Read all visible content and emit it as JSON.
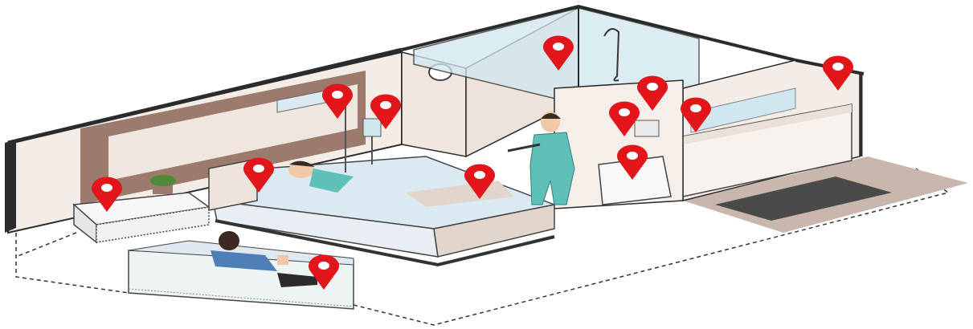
{
  "scene": {
    "description_visible": "",
    "colors": {
      "pin": "#e2151b",
      "wall": "#f4ece6",
      "wall_edge": "#2b2b2b",
      "wood": "#9c7b6c",
      "glass": "#cfe7ef",
      "bed": "#dbe9f2",
      "scrubs": "#5fc0b8",
      "rug": "#4a4a4a",
      "floor_tile": "#c9b6ad",
      "plant": "#4f8a3b"
    }
  },
  "markers": [
    {
      "id": "bedside-table",
      "icon": "map-pin-icon"
    },
    {
      "id": "bed-headboard",
      "icon": "map-pin-icon"
    },
    {
      "id": "overbed-light",
      "icon": "map-pin-icon"
    },
    {
      "id": "iv-pole",
      "icon": "map-pin-icon"
    },
    {
      "id": "bed-footboard",
      "icon": "map-pin-icon"
    },
    {
      "id": "visitor-sofa",
      "icon": "map-pin-icon"
    },
    {
      "id": "shower",
      "icon": "map-pin-icon"
    },
    {
      "id": "shower-grab-bar",
      "icon": "map-pin-icon"
    },
    {
      "id": "toilet-grab-bar",
      "icon": "map-pin-icon"
    },
    {
      "id": "toilet",
      "icon": "map-pin-icon"
    },
    {
      "id": "sink",
      "icon": "map-pin-icon"
    },
    {
      "id": "bathroom-light",
      "icon": "map-pin-icon"
    }
  ]
}
